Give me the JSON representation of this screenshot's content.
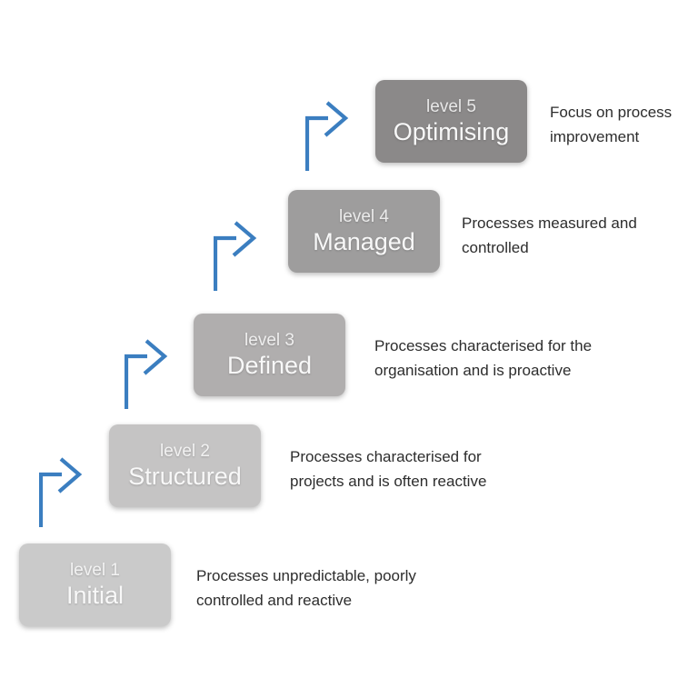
{
  "diagram": {
    "kind": "maturity-model-staircase",
    "colors": {
      "background": "#ffffff",
      "arrow": "#3b7ec0",
      "description_text": "#2d2d2d",
      "box_label_text": "#f8f8f8"
    },
    "levels": [
      {
        "level_label": "level 1",
        "name": "Initial",
        "description_lines": [
          "Processes unpredictable, poorly",
          "controlled and reactive"
        ],
        "box_color": "#cacaca"
      },
      {
        "level_label": "level 2",
        "name": "Structured",
        "description_lines": [
          "Processes characterised for",
          "projects and is often reactive"
        ],
        "box_color": "#c5c4c4"
      },
      {
        "level_label": "level 3",
        "name": "Defined",
        "description_lines": [
          "Processes characterised for the",
          "organisation and is proactive"
        ],
        "box_color": "#b0aeae"
      },
      {
        "level_label": "level 4",
        "name": "Managed",
        "description_lines": [
          "Processes measured and",
          "controlled"
        ],
        "box_color": "#9e9d9d"
      },
      {
        "level_label": "level 5",
        "name": "Optimising",
        "description_lines": [
          "Focus on process",
          "improvement"
        ],
        "box_color": "#8b8989"
      }
    ]
  }
}
